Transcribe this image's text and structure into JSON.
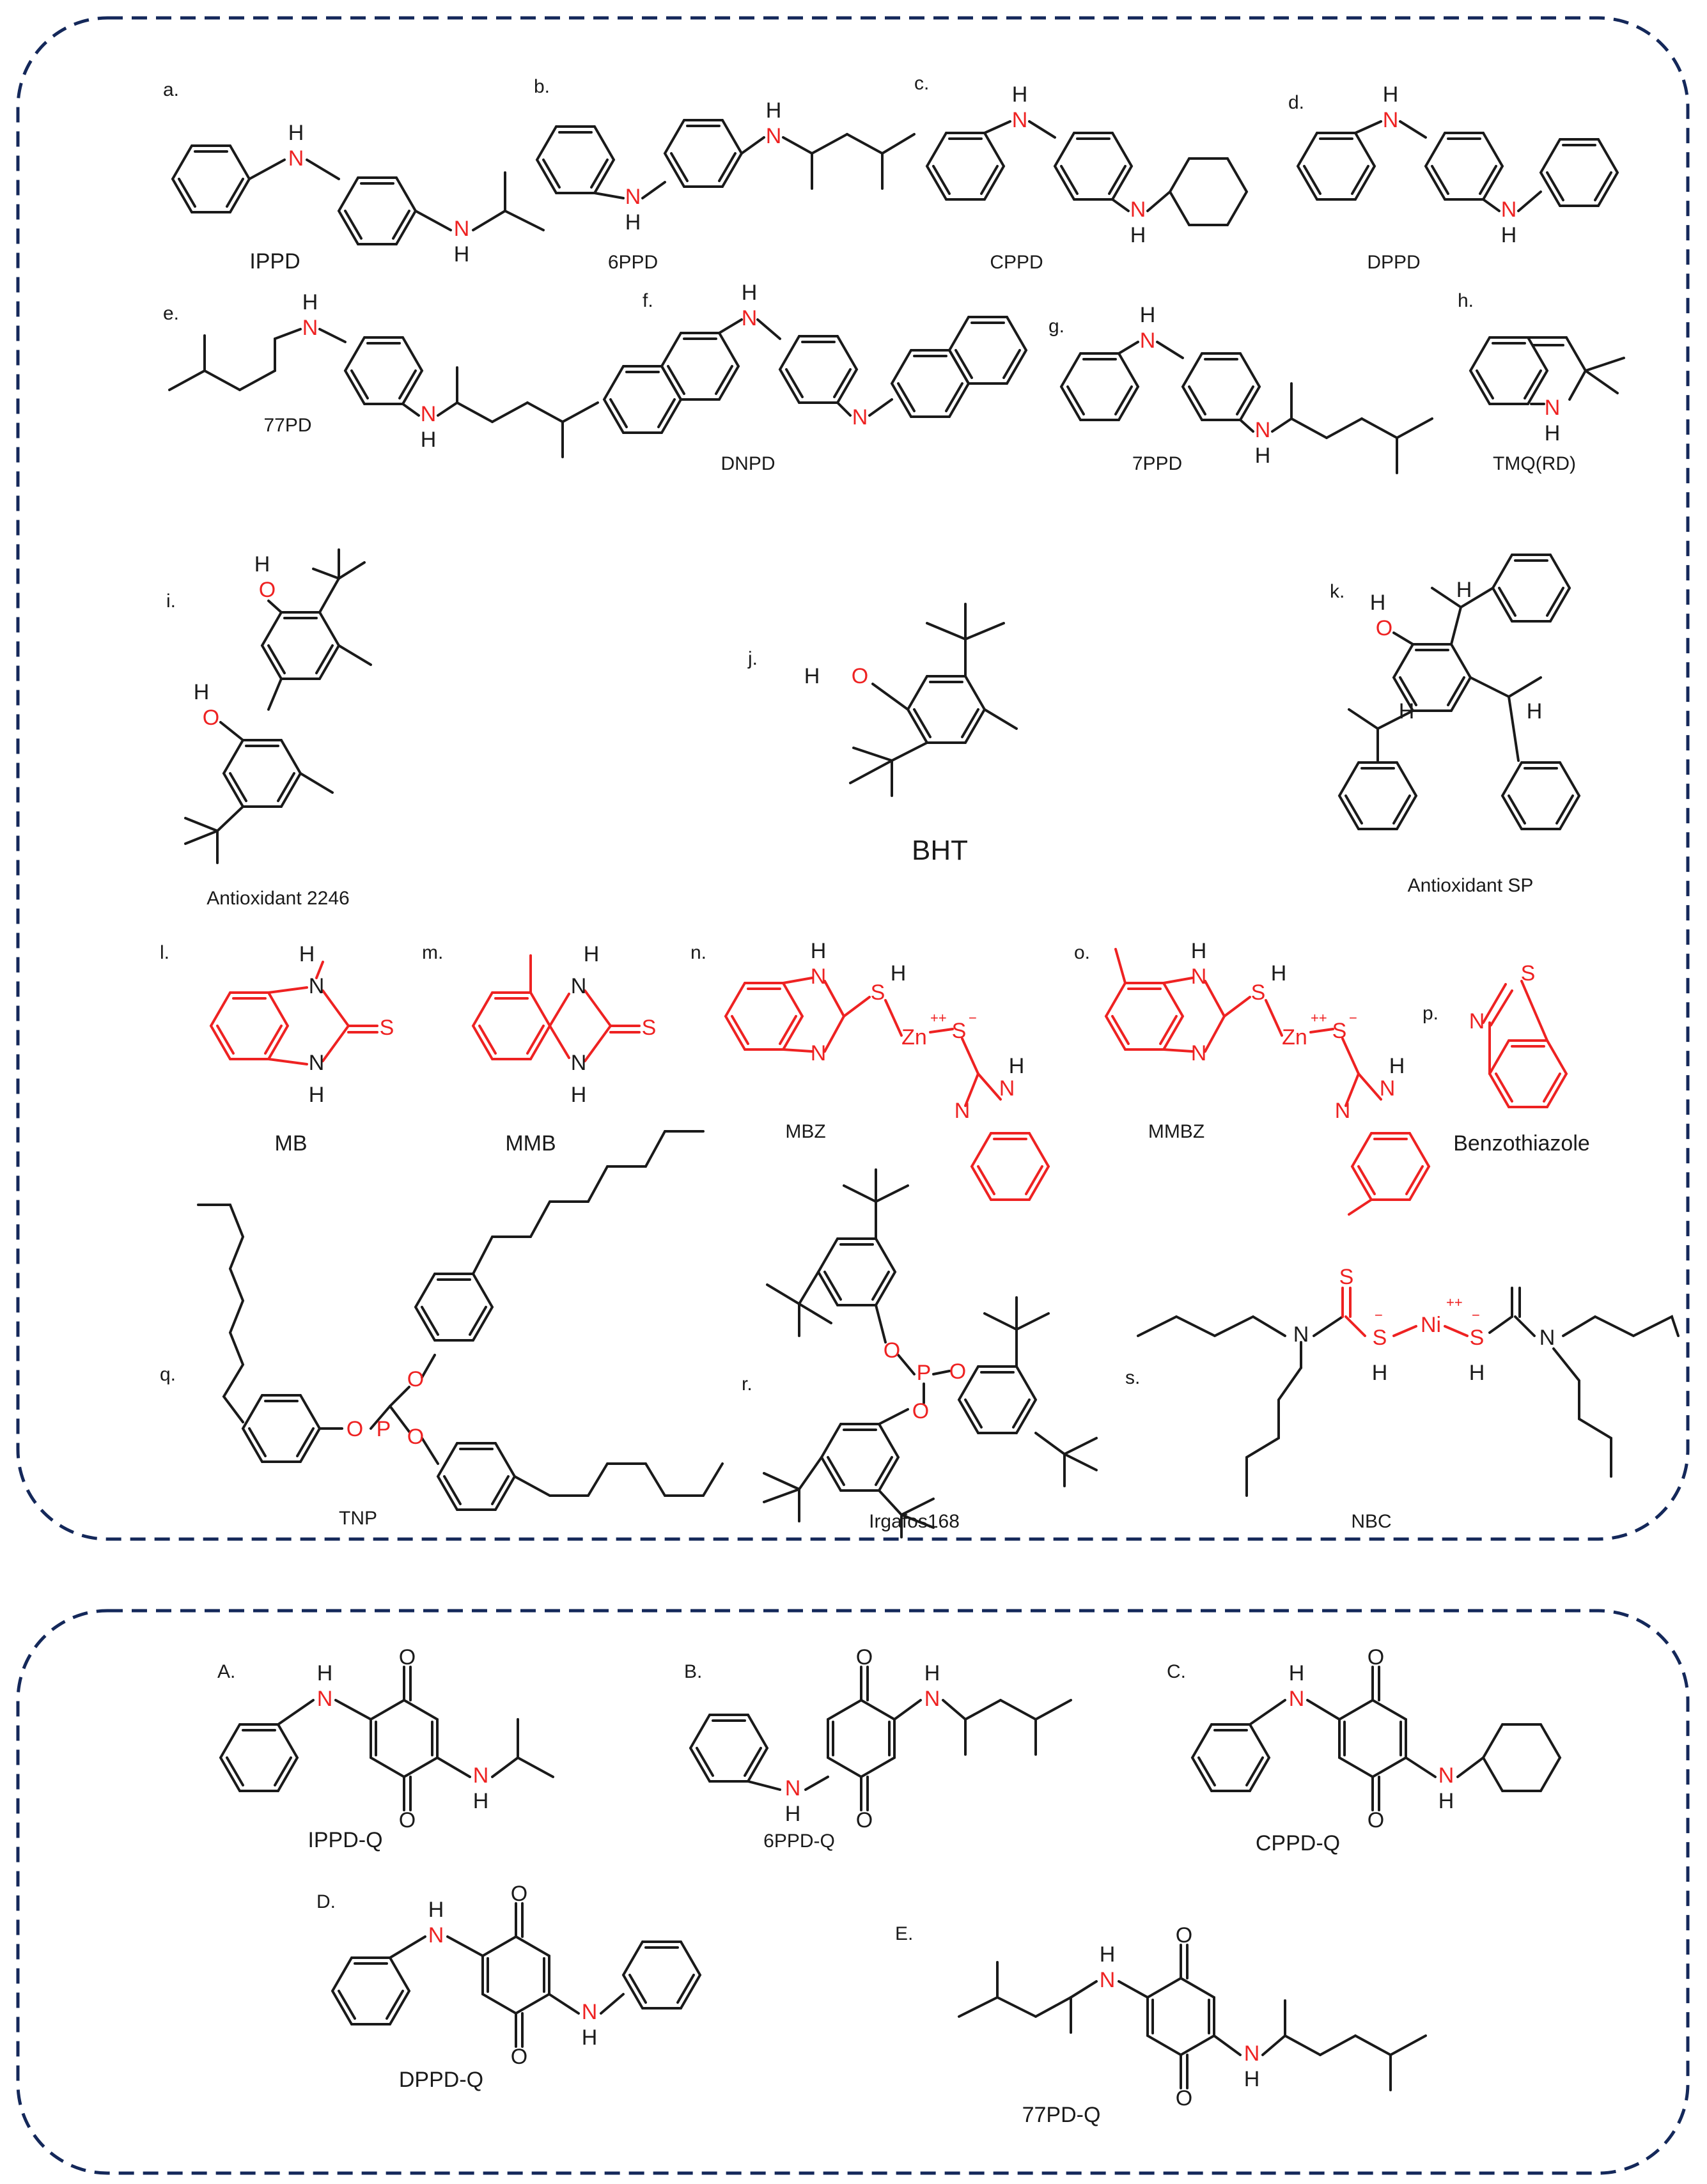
{
  "compounds": {
    "a": {
      "tag": "a.",
      "name": "IPPD"
    },
    "b": {
      "tag": "b.",
      "name": "6PPD"
    },
    "c": {
      "tag": "c.",
      "name": "CPPD"
    },
    "d": {
      "tag": "d.",
      "name": "DPPD"
    },
    "e": {
      "tag": "e.",
      "name": "77PD"
    },
    "f": {
      "tag": "f.",
      "name": "DNPD"
    },
    "g": {
      "tag": "g.",
      "name": "7PPD"
    },
    "h": {
      "tag": "h.",
      "name": "TMQ(RD)"
    },
    "i": {
      "tag": "i.",
      "name": "Antioxidant 2246"
    },
    "j": {
      "tag": "j.",
      "name": "BHT"
    },
    "k": {
      "tag": "k.",
      "name": "Antioxidant SP"
    },
    "l": {
      "tag": "l.",
      "name": "MB"
    },
    "m": {
      "tag": "m.",
      "name": "MMB"
    },
    "n": {
      "tag": "n.",
      "name": "MBZ"
    },
    "o": {
      "tag": "o.",
      "name": "MMBZ"
    },
    "p": {
      "tag": "p.",
      "name": "Benzothiazole"
    },
    "q": {
      "tag": "q.",
      "name": "TNP"
    },
    "r": {
      "tag": "r.",
      "name": "Irgafos168"
    },
    "s": {
      "tag": "s.",
      "name": "NBC"
    },
    "A": {
      "tag": "A.",
      "name": "IPPD-Q"
    },
    "B": {
      "tag": "B.",
      "name": "6PPD-Q"
    },
    "C": {
      "tag": "C.",
      "name": "CPPD-Q"
    },
    "D": {
      "tag": "D.",
      "name": "DPPD-Q"
    },
    "E": {
      "tag": "E.",
      "name": "77PD-Q"
    }
  },
  "atoms": {
    "n": "N",
    "h": "H",
    "o": "O",
    "s": "S",
    "p": "P",
    "zn": "Zn",
    "ni": "Ni",
    "plus2": "++",
    "minus": "−"
  },
  "colors": {
    "heteroatom": "#ee2222",
    "bond": "#1a1a1a",
    "border": "#14285a"
  }
}
